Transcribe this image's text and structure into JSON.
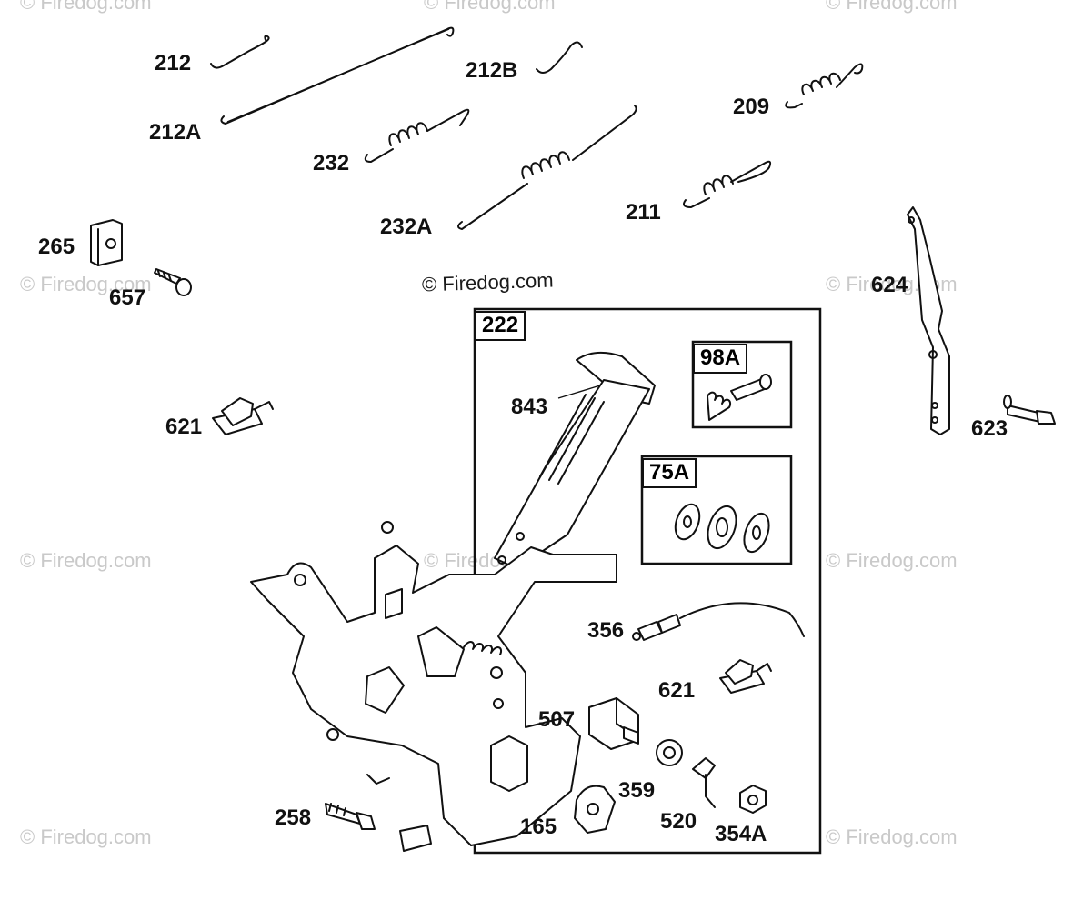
{
  "watermarks": [
    {
      "text": "© Firedog.com",
      "pos": "top-left"
    },
    {
      "text": "© Firedog.com",
      "pos": "top-center"
    },
    {
      "text": "© Firedog.com",
      "pos": "top-right"
    },
    {
      "text": "© Firedog.com",
      "pos": "mid-left"
    },
    {
      "text": "© Firedog.com",
      "pos": "mid-right"
    },
    {
      "text": "© Firedog.com",
      "pos": "lower-left"
    },
    {
      "text": "© Firedog.com",
      "pos": "lower-center"
    },
    {
      "text": "© Firedog.com",
      "pos": "lower-right"
    },
    {
      "text": "© Firedog.com",
      "pos": "bottom-left"
    },
    {
      "text": "© Firedog.com",
      "pos": "bottom-right"
    }
  ],
  "copyright_center": "© Firedog.com",
  "parts": {
    "p212": "212",
    "p212A": "212A",
    "p212B": "212B",
    "p209": "209",
    "p232": "232",
    "p232A": "232A",
    "p211": "211",
    "p265": "265",
    "p657": "657",
    "p624": "624",
    "p621_left": "621",
    "p623": "623",
    "p843": "843",
    "p356": "356",
    "p621_right": "621",
    "p507": "507",
    "p359": "359",
    "p520": "520",
    "p354A": "354A",
    "p165": "165",
    "p258": "258"
  },
  "kits": {
    "k222": "222",
    "k98A": "98A",
    "k75A": "75A"
  }
}
